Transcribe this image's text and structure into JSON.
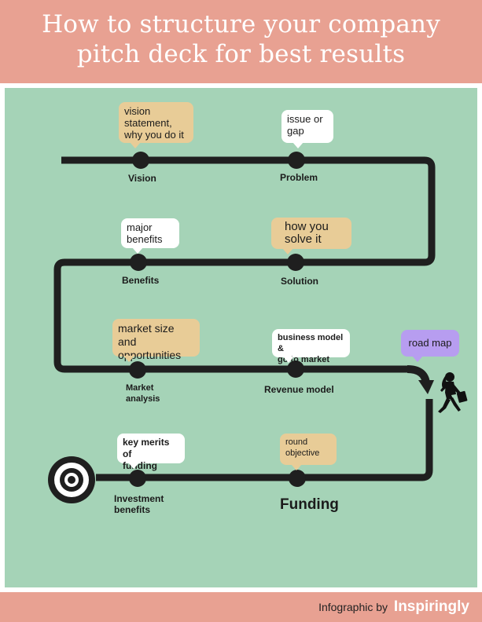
{
  "title_line1": "How to structure your company",
  "title_line2": "pitch deck for best results",
  "footer": {
    "prefix": "Infographic by",
    "brand": "Inspiringly"
  },
  "stages": {
    "vision": {
      "label": "Vision",
      "bubble": [
        "vision",
        "statement,",
        "why you do it"
      ]
    },
    "problem": {
      "label": "Problem",
      "bubble": [
        "issue or",
        "gap"
      ]
    },
    "benefits": {
      "label": "Benefits",
      "bubble": [
        "major",
        "benefits"
      ]
    },
    "solution": {
      "label": "Solution",
      "bubble": [
        "how you",
        "solve it"
      ]
    },
    "market": {
      "label": [
        "Market",
        "analysis"
      ],
      "bubble": [
        "market size and",
        "opportunities"
      ]
    },
    "revenue": {
      "label": "Revenue model",
      "bubble": [
        "business model &",
        "go to market"
      ]
    },
    "investment": {
      "label": [
        "Investment",
        "benefits"
      ],
      "bubble": [
        "key merits of",
        "funding"
      ]
    },
    "funding": {
      "label": "Funding",
      "bubble": [
        "round",
        "objective"
      ]
    },
    "roadmap": {
      "bubble": "road map"
    }
  },
  "colors": {
    "header": "#e8a192",
    "background": "#a5d3b7",
    "path": "#1f1f1f",
    "tan_bubble": "#e8cc97",
    "white_bubble": "#ffffff",
    "purple_bubble": "#b79df0"
  },
  "icons": [
    "target-icon",
    "businesswoman-icon",
    "arrow-down-icon"
  ]
}
